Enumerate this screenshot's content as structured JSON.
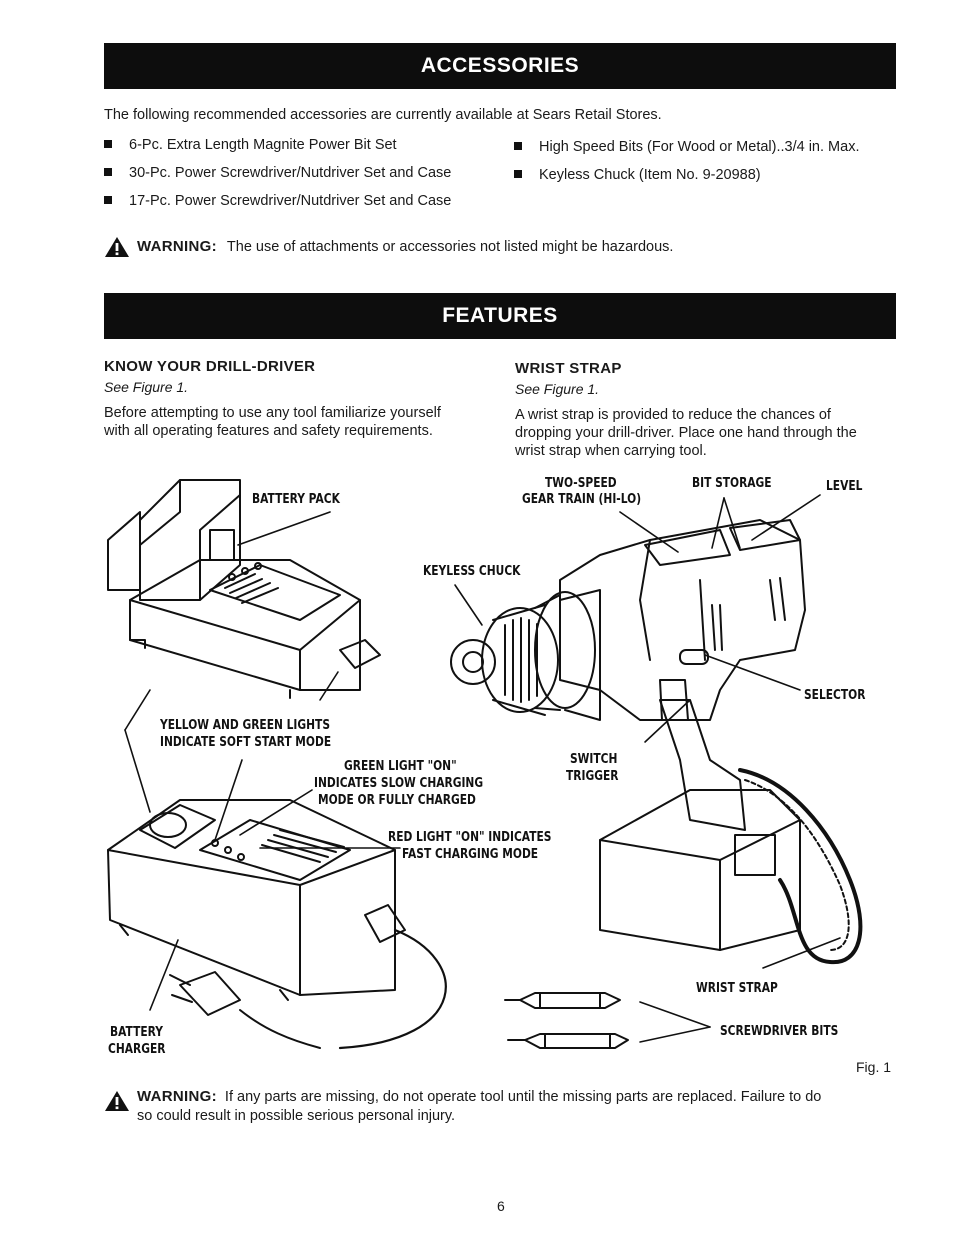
{
  "accessories": {
    "title": "ACCESSORIES",
    "intro": "The following recommended accessories are currently available at Sears Retail Stores.",
    "items_left": [
      "6-Pc. Extra Length Magnite Power Bit Set",
      "30-Pc. Power Screwdriver/Nutdriver Set and Case",
      "17-Pc. Power Screwdriver/Nutdriver Set and Case"
    ],
    "items_right": [
      "High Speed Bits (For Wood or Metal)..3/4 in. Max.",
      "Keyless Chuck (Item No. 9-20988)"
    ],
    "warning_label": "WARNING:",
    "warning_text": "The use of attachments or accessories not listed might be hazardous."
  },
  "features": {
    "title": "FEATURES",
    "know": {
      "heading": "KNOW YOUR DRILL-DRIVER",
      "see": "See Figure 1.",
      "line1": "Before attempting to use any tool familiarize yourself",
      "line2": "with all operating features and safety requirements."
    },
    "wrist": {
      "heading": "WRIST STRAP",
      "see": "See Figure 1.",
      "line1": "A wrist strap is provided to reduce the chances of",
      "line2": "dropping your drill-driver. Place one hand through the",
      "line3": "wrist strap when carrying tool."
    }
  },
  "figure": {
    "battery_pack": "BATTERY PACK",
    "two_speed_1": "TWO-SPEED",
    "two_speed_2": "GEAR TRAIN (HI-LO)",
    "bit_storage": "BIT STORAGE",
    "level": "LEVEL",
    "keyless_chuck": "KEYLESS CHUCK",
    "selector": "SELECTOR",
    "yellow_green_1": "YELLOW AND GREEN LIGHTS",
    "yellow_green_2": "INDICATE SOFT START MODE",
    "green_light_1": "GREEN LIGHT \"ON\"",
    "green_light_2": "INDICATES SLOW CHARGING",
    "green_light_3": "MODE OR FULLY CHARGED",
    "switch_1": "SWITCH",
    "switch_2": "TRIGGER",
    "red_light_1": "RED LIGHT \"ON\" INDICATES",
    "red_light_2": "FAST CHARGING MODE",
    "wrist_strap": "WRIST STRAP",
    "battery_charger_1": "BATTERY",
    "battery_charger_2": "CHARGER",
    "screwdriver_bits": "SCREWDRIVER BITS",
    "caption": "Fig. 1"
  },
  "bottom_warning": {
    "label": "WARNING:",
    "line1": "If any parts are missing, do not operate tool until the missing parts are replaced. Failure to do",
    "line2": "so could result in possible serious personal injury."
  },
  "page_number": "6"
}
